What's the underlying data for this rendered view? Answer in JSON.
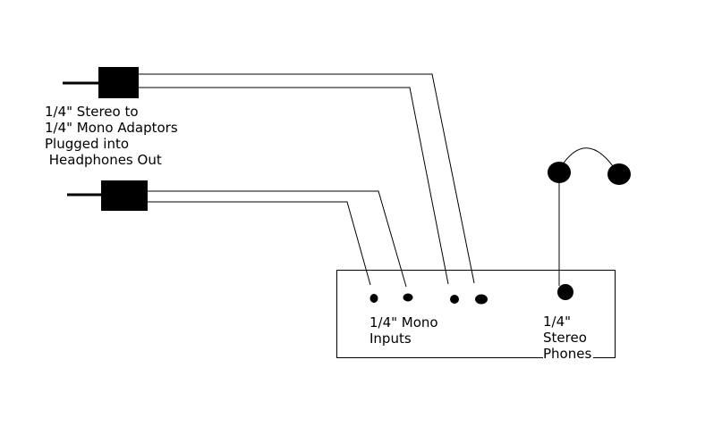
{
  "adaptor_label": {
    "line1": "1/4\" Stereo to",
    "line2": "1/4\" Mono Adaptors",
    "line3": "Plugged into",
    "line4": " Headphones Out"
  },
  "mono_label": {
    "line1": "1/4\" Mono",
    "line2": "Inputs"
  },
  "stereo_label": {
    "line1": "1/4\"",
    "line2": "Stereo",
    "line3": "Phones"
  },
  "colors": {
    "ink": "#000000",
    "background": "#ffffff"
  }
}
